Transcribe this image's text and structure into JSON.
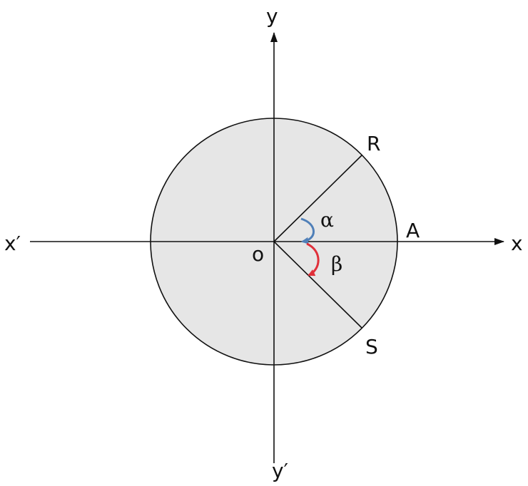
{
  "labels": {
    "x_pos": "x",
    "x_neg": "x′",
    "y_pos": "y",
    "y_neg": "y′",
    "origin": "o",
    "point_r": "R",
    "point_a": "A",
    "point_s": "S",
    "angle_alpha": "α",
    "angle_beta": "β"
  },
  "colors": {
    "circle_fill": "#e6e6e6",
    "line": "#111111",
    "alpha_arrow": "#4f7fb8",
    "beta_arrow": "#e0303a"
  }
}
